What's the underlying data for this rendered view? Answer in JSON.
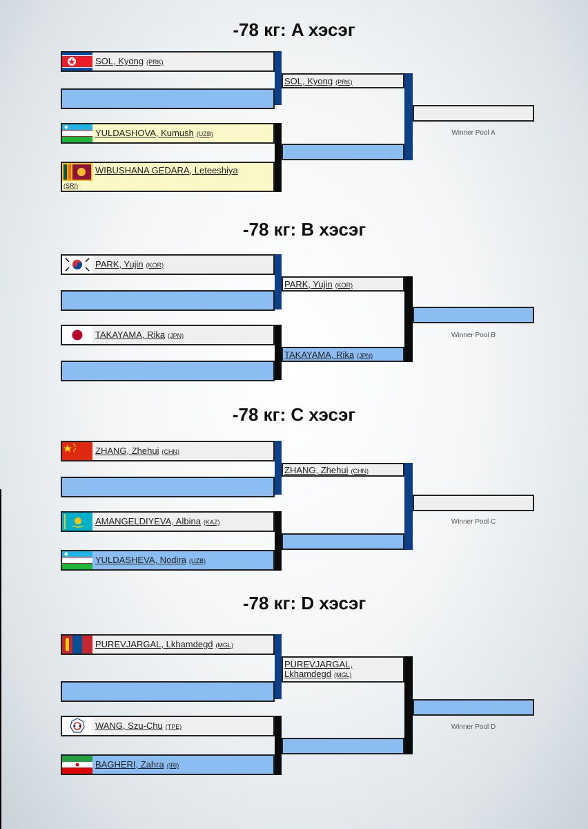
{
  "pools": [
    {
      "title": "-78 кг: A хэсэг",
      "winner_label": "Winner Pool A",
      "players": [
        {
          "name": "SOL, Kyong",
          "country": "(PRK)",
          "flag": "prk-flag-icon"
        },
        {
          "name": "",
          "country": "",
          "flag": ""
        },
        {
          "name": "YULDASHOVA, Kumush",
          "country": "(UZB)",
          "flag": "uzb-flag-icon"
        },
        {
          "name": "WIBUSHANA GEDARA, Leteeshiya",
          "country": "(SRI)",
          "flag": "sri-flag-icon"
        }
      ],
      "round2": [
        {
          "name": "SOL, Kyong",
          "country": "(PRK)"
        },
        {
          "name": "",
          "country": ""
        }
      ]
    },
    {
      "title": "-78 кг: B хэсэг",
      "winner_label": "Winner Pool B",
      "players": [
        {
          "name": "PARK, Yujin",
          "country": "(KOR)",
          "flag": "kor-flag-icon"
        },
        {
          "name": "",
          "country": "",
          "flag": ""
        },
        {
          "name": "TAKAYAMA, Rika",
          "country": "(JPN)",
          "flag": "jpn-flag-icon"
        },
        {
          "name": "",
          "country": "",
          "flag": ""
        }
      ],
      "round2": [
        {
          "name": "PARK, Yujin",
          "country": "(KOR)"
        },
        {
          "name": "TAKAYAMA, Rika",
          "country": "(JPN)"
        }
      ]
    },
    {
      "title": "-78 кг: C хэсэг",
      "winner_label": "Winner Pool C",
      "players": [
        {
          "name": "ZHANG, Zhehui",
          "country": "(CHN)",
          "flag": "chn-flag-icon"
        },
        {
          "name": "",
          "country": "",
          "flag": ""
        },
        {
          "name": "AMANGELDIYEVA, Albina",
          "country": "(KAZ)",
          "flag": "kaz-flag-icon"
        },
        {
          "name": "YULDASHEVA, Nodira",
          "country": "(UZB)",
          "flag": "uzb-flag-icon"
        }
      ],
      "round2": [
        {
          "name": "ZHANG, Zhehui",
          "country": "(CHN)"
        },
        {
          "name": "",
          "country": ""
        }
      ]
    },
    {
      "title": "-78 кг: D хэсэг",
      "winner_label": "Winner Pool D",
      "players": [
        {
          "name": "PUREVJARGAL, Lkhamdegd",
          "country": "(MGL)",
          "flag": "mgl-flag-icon"
        },
        {
          "name": "",
          "country": "",
          "flag": ""
        },
        {
          "name": "WANG, Szu-Chu",
          "country": "(TPE)",
          "flag": "tpe-flag-icon"
        },
        {
          "name": "BAGHERI, Zahra",
          "country": "(IRI)",
          "flag": "iri-flag-icon"
        }
      ],
      "round2": [
        {
          "name": "PUREVJARGAL, Lkhamdegd",
          "country": "(MGL)"
        },
        {
          "name": "",
          "country": ""
        }
      ]
    }
  ],
  "colors": {
    "navy": "#0d3f86",
    "black": "#0a0a0a",
    "empty_slot": "#8cbdf2",
    "highlight": "#fbf8c8"
  }
}
